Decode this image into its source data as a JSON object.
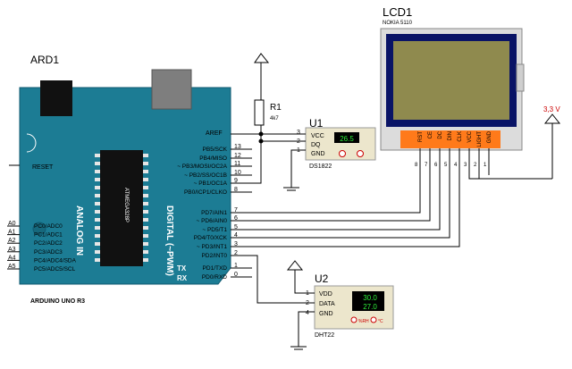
{
  "arduino": {
    "ref": "ARD1",
    "model": "ARDUINO UNO R3",
    "reset": "RESET",
    "aref": "AREF",
    "analog_label": "ANALOG IN",
    "digital_label": "DIGITAL (~PWM)",
    "chip_label": "ATMEGA328P",
    "tx": "TX",
    "rx": "RX",
    "analog_pins": [
      {
        "num": "A0",
        "name": "PC0/ADC0"
      },
      {
        "num": "A1",
        "name": "PC1/ADC1"
      },
      {
        "num": "A2",
        "name": "PC2/ADC2"
      },
      {
        "num": "A3",
        "name": "PC3/ADC3"
      },
      {
        "num": "A4",
        "name": "PC4/ADC4/SDA"
      },
      {
        "num": "A5",
        "name": "PC5/ADC5/SCL"
      }
    ],
    "digital_pins": [
      {
        "num": "13",
        "name": "PB5/SCK"
      },
      {
        "num": "12",
        "name": "PB4/MISO"
      },
      {
        "num": "11",
        "name": "~ PB3/MOSI/OC2A"
      },
      {
        "num": "10",
        "name": "~ PB2/SS/OC1B"
      },
      {
        "num": "9",
        "name": "~ PB1/OC1A"
      },
      {
        "num": "8",
        "name": "PB0/ICP1/CLKO"
      },
      {
        "num": "7",
        "name": "PD7/AIN1"
      },
      {
        "num": "6",
        "name": "~ PD6/AIN0"
      },
      {
        "num": "5",
        "name": "~ PD5/T1"
      },
      {
        "num": "4",
        "name": "PD4/T0/XCK"
      },
      {
        "num": "3",
        "name": "~ PD3/INT1"
      },
      {
        "num": "2",
        "name": "PD2/INT0"
      },
      {
        "num": "1",
        "name": "PD1/TXD"
      },
      {
        "num": "0",
        "name": "PD0/RXD"
      }
    ]
  },
  "resistor": {
    "ref": "R1",
    "value": "4k7"
  },
  "u1": {
    "ref": "U1",
    "part": "DS1822",
    "pins": [
      {
        "num": "3",
        "name": "VCC"
      },
      {
        "num": "2",
        "name": "DQ"
      },
      {
        "num": "1",
        "name": "GND"
      }
    ],
    "display": "26.5"
  },
  "u2": {
    "ref": "U2",
    "part": "DHT22",
    "pins": [
      {
        "num": "1",
        "name": "VDD"
      },
      {
        "num": "2",
        "name": "DATA"
      },
      {
        "num": "4",
        "name": "GND"
      }
    ],
    "humidity": "30.0",
    "temperature": "27.0",
    "rh_label": "%RH",
    "temp_label": "°C"
  },
  "lcd": {
    "ref": "LCD1",
    "part": "NOKIA 5110",
    "pins": [
      "RST",
      "CE",
      "DC",
      "DIN",
      "CLK",
      "VCC",
      "LIGHT",
      "GND"
    ],
    "pin_numbers": [
      "8",
      "7",
      "6",
      "5",
      "4",
      "3",
      "2",
      "1"
    ]
  },
  "power": {
    "v33": "3,3 V"
  },
  "colors": {
    "board": "#1c7c94",
    "board_edge": "#0f5a70",
    "wire": "#000000",
    "lcd_frame": "#0a1466",
    "lcd_screen": "#8f8a4e",
    "lcd_pins": "#ff7a1a",
    "display_bg": "#000000",
    "display_fg": "#2ef03a",
    "module_bg": "#ece6cc"
  }
}
